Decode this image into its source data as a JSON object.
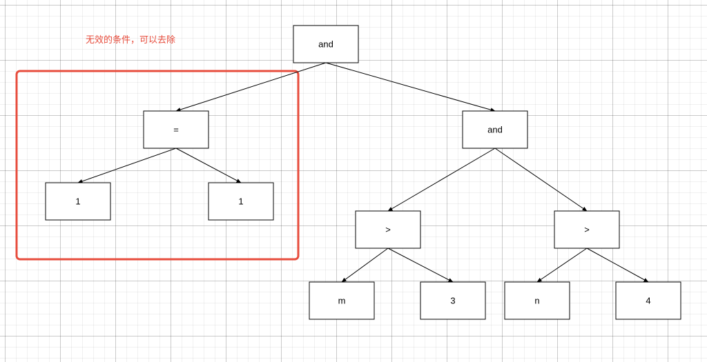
{
  "colors": {
    "highlight": "#e74c3c",
    "annotation_text": "#e74c3c",
    "node_border": "#000000",
    "edge": "#000000"
  },
  "annotation": {
    "text": "无效的条件，可以去除"
  },
  "tree": {
    "nodes": [
      {
        "id": "root-and",
        "label": "and"
      },
      {
        "id": "eq",
        "label": "="
      },
      {
        "id": "one-left",
        "label": "1"
      },
      {
        "id": "one-right",
        "label": "1"
      },
      {
        "id": "and-right",
        "label": "and"
      },
      {
        "id": "gt-left",
        "label": ">"
      },
      {
        "id": "gt-right",
        "label": ">"
      },
      {
        "id": "leaf-m",
        "label": "m"
      },
      {
        "id": "leaf-3",
        "label": "3"
      },
      {
        "id": "leaf-n",
        "label": "n"
      },
      {
        "id": "leaf-4",
        "label": "4"
      }
    ],
    "edges": [
      {
        "from": "root-and",
        "to": "eq"
      },
      {
        "from": "root-and",
        "to": "and-right"
      },
      {
        "from": "eq",
        "to": "one-left"
      },
      {
        "from": "eq",
        "to": "one-right"
      },
      {
        "from": "and-right",
        "to": "gt-left"
      },
      {
        "from": "and-right",
        "to": "gt-right"
      },
      {
        "from": "gt-left",
        "to": "leaf-m"
      },
      {
        "from": "gt-left",
        "to": "leaf-3"
      },
      {
        "from": "gt-right",
        "to": "leaf-n"
      },
      {
        "from": "gt-right",
        "to": "leaf-4"
      }
    ],
    "highlighted_subtree": "eq"
  }
}
